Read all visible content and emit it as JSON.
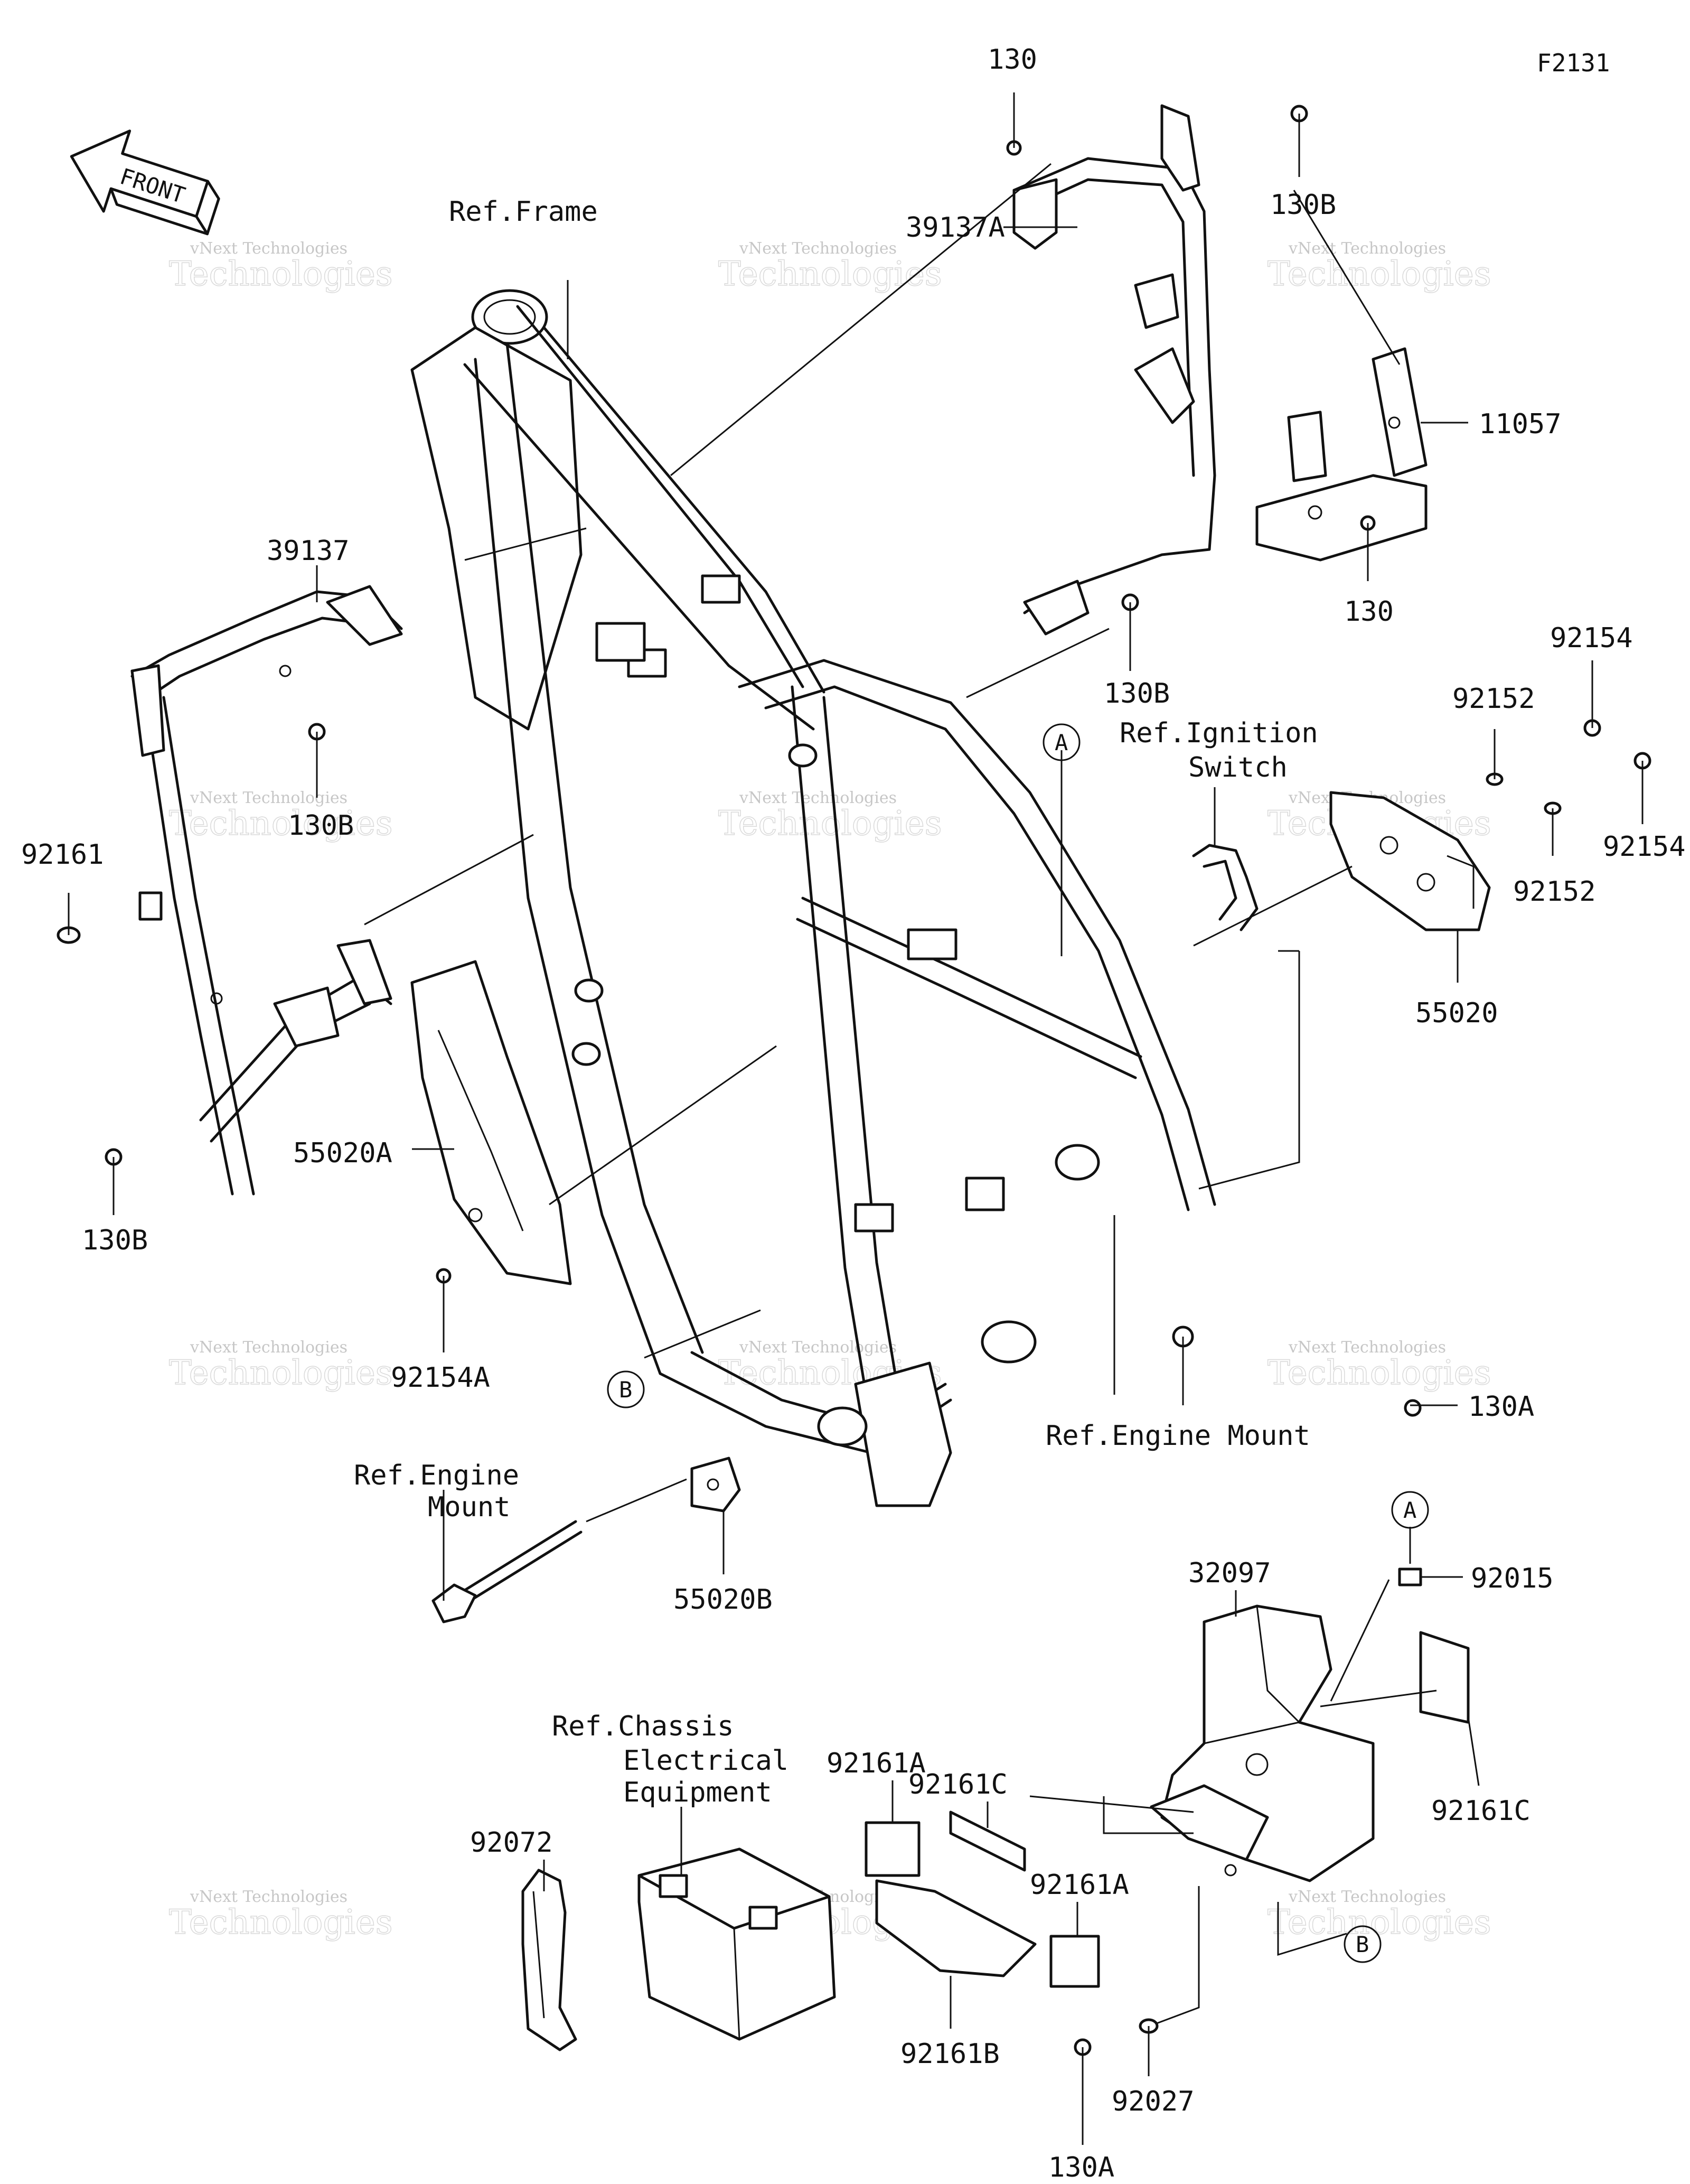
{
  "diagram_code": "F2131",
  "front_arrow": {
    "label": "FRONT",
    "icon": "front-arrow-icon"
  },
  "references": {
    "frame": "Ref.Frame",
    "ignition_line1": "Ref.Ignition",
    "ignition_line2": "Switch",
    "engine_mount_right": "Ref.Engine Mount",
    "engine_mount_left_line1": "Ref.Engine",
    "engine_mount_left_line2": "Mount",
    "chassis_line1": "Ref.Chassis",
    "chassis_line2": "Electrical",
    "chassis_line3": "Equipment"
  },
  "callouts": {
    "a": "A",
    "b": "B"
  },
  "parts": {
    "p130_top": "130",
    "p130B_top": "130B",
    "p39137A": "39137A",
    "p11057": "11057",
    "p130_right": "130",
    "p130B_mid": "130B",
    "p92154_top": "92154",
    "p92152_top": "92152",
    "p92154_right": "92154",
    "p92152_right": "92152",
    "p55020": "55020",
    "p39137": "39137",
    "p130B_left": "130B",
    "p92161": "92161",
    "p130B_bottom": "130B",
    "p55020A": "55020A",
    "p92154A": "92154A",
    "p55020B": "55020B",
    "p130A_top": "130A",
    "p32097": "32097",
    "p92015": "92015",
    "p92161C_mid": "92161C",
    "p92161C_right": "92161C",
    "p92161A_left": "92161A",
    "p92161A_right": "92161A",
    "p92161B": "92161B",
    "p92072": "92072",
    "p92027": "92027",
    "p130A_bottom": "130A"
  },
  "watermark": {
    "line1": "vNext Technologies",
    "line2": "Technologies",
    "stamp": "vNext"
  }
}
